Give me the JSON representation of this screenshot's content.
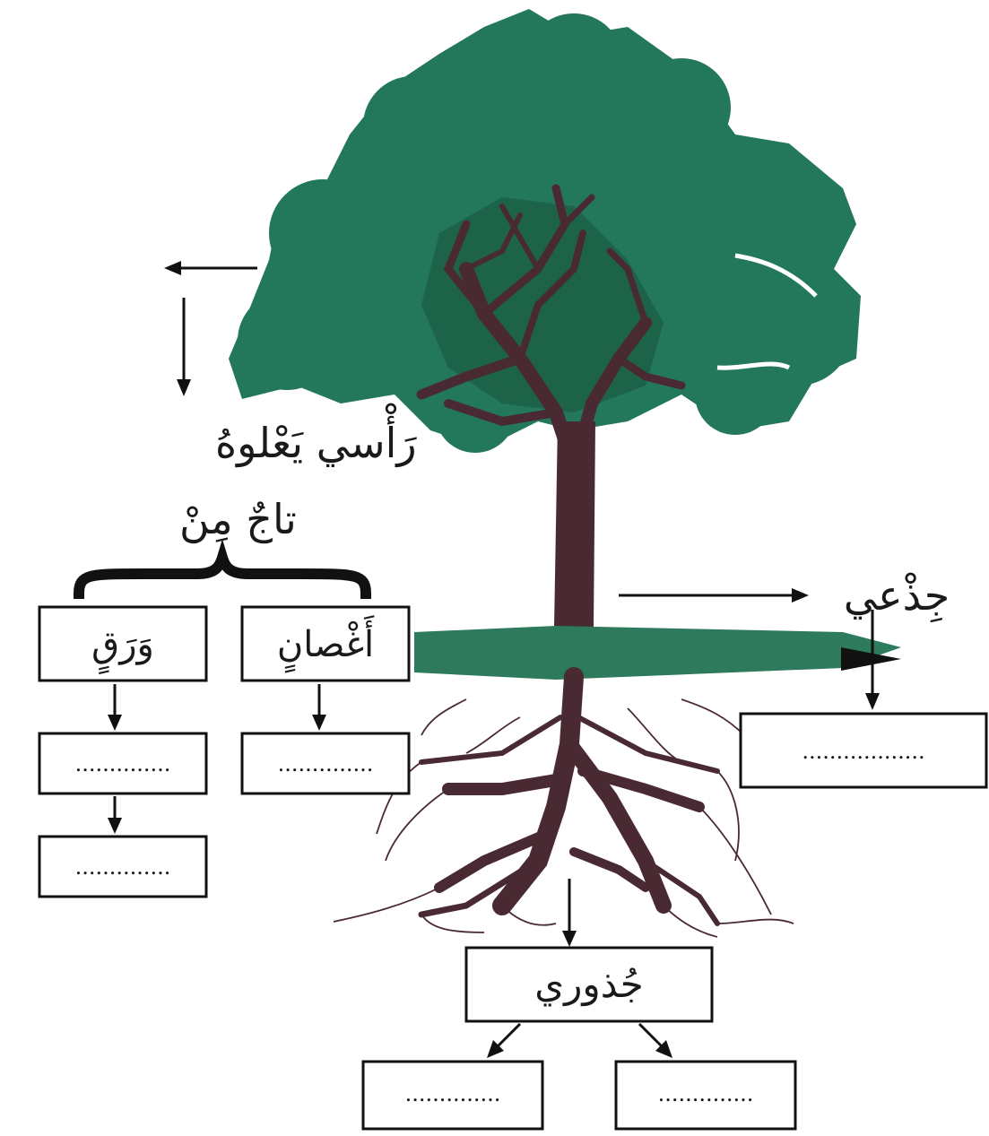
{
  "labels": {
    "crown_line1": "رَأْسي يَعْلوهُ",
    "crown_line2": "تاجٌ مِنْ",
    "branches": "أَغْصانٍ",
    "leaves": "وَرَقٍ",
    "trunk": "جِذْعي",
    "roots": "جُذوري"
  },
  "blanks": {
    "branches_1": "..............",
    "leaves_1": "..............",
    "leaves_2": "..............",
    "trunk_1": "..................",
    "roots_1": "..............",
    "roots_2": ".............."
  },
  "colors": {
    "foliage": "#23775a",
    "foliage_dark": "#1c5f47",
    "wood": "#4a2a32",
    "ground": "#2d7a5c",
    "line": "#111111"
  }
}
